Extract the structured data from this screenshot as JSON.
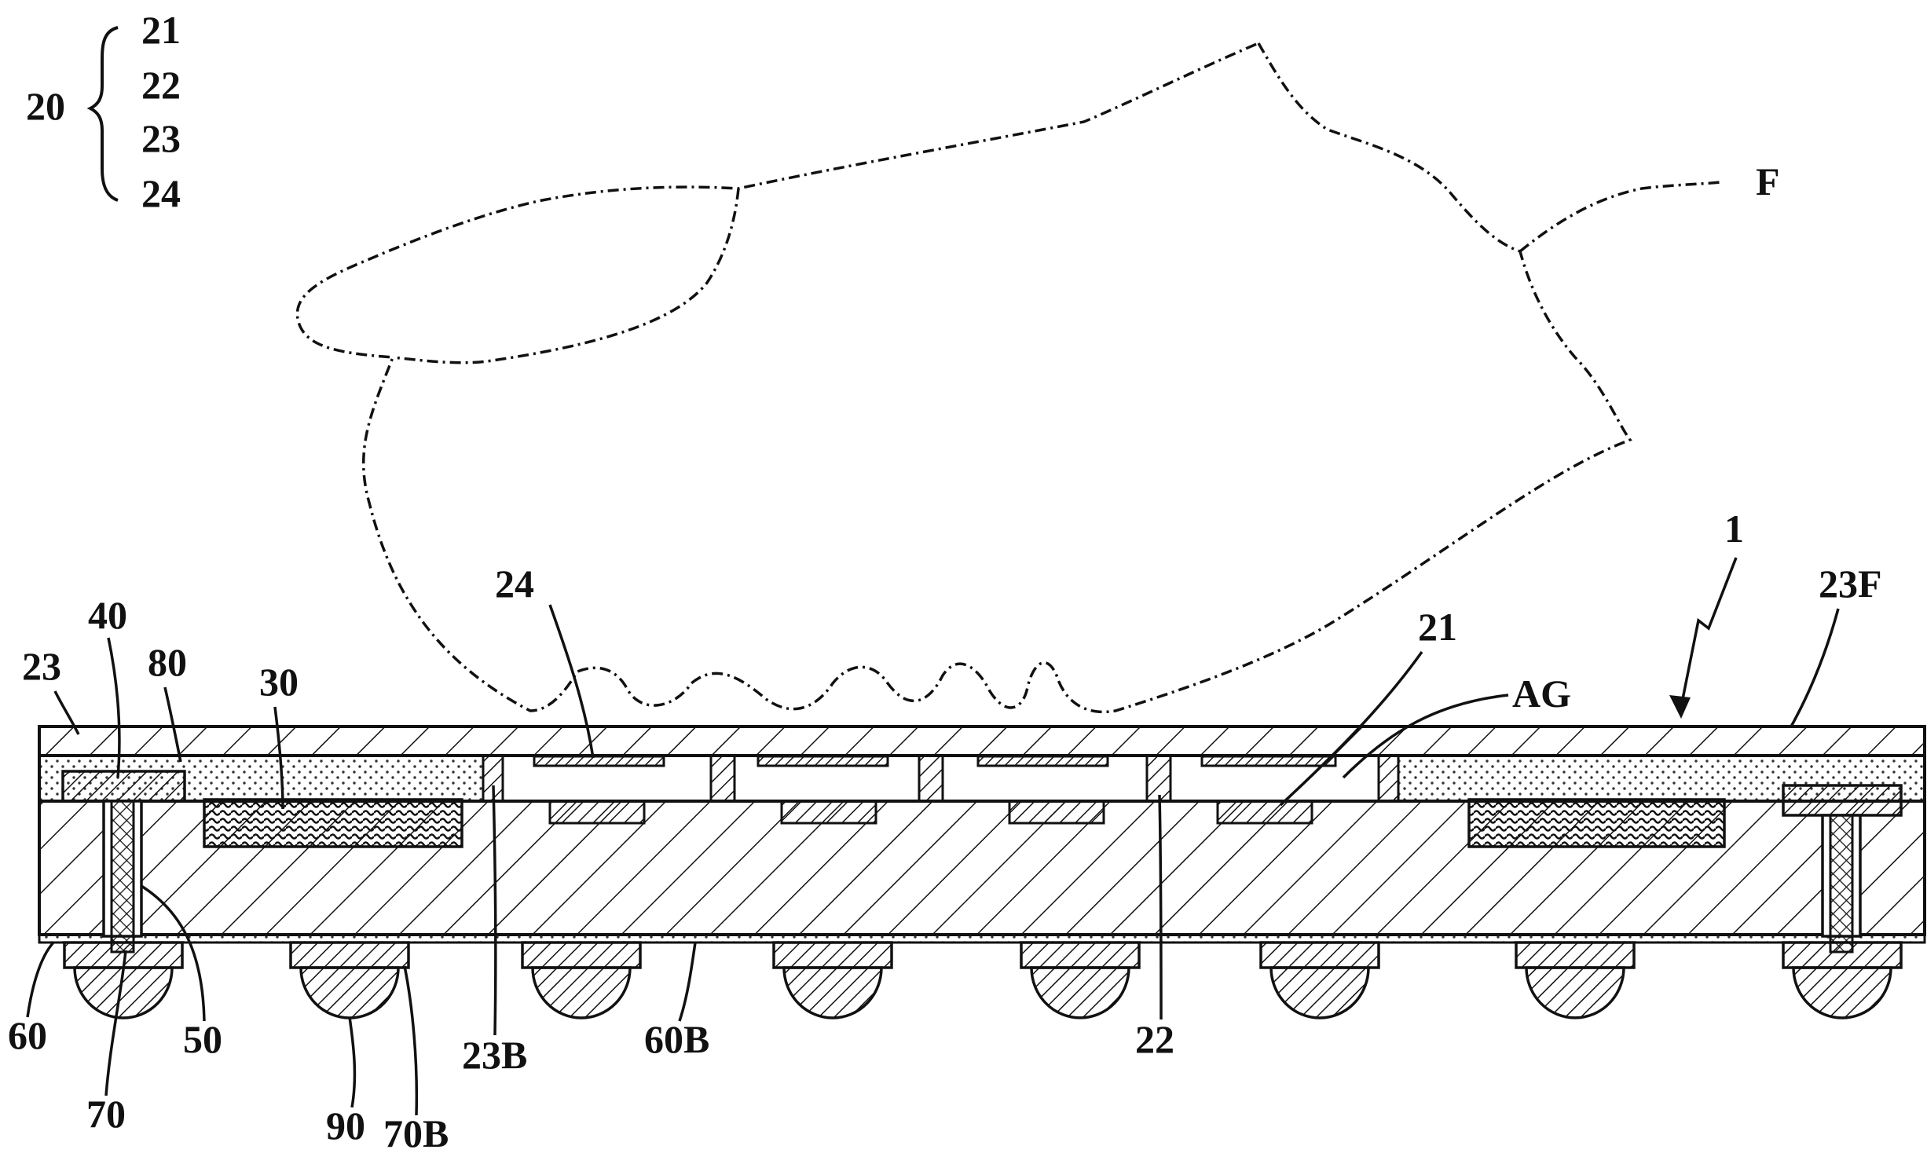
{
  "figure": {
    "legend_group": "20",
    "legend_members": [
      "21",
      "22",
      "23",
      "24"
    ],
    "labels": {
      "F": "F",
      "one": "1",
      "l23F": "23F",
      "l24": "24",
      "l21": "21",
      "AG": "AG",
      "l40": "40",
      "l80": "80",
      "l23": "23",
      "l30": "30",
      "l60": "60",
      "l50": "50",
      "l70": "70",
      "l90": "90",
      "l70B": "70B",
      "l23B": "23B",
      "l60B": "60B",
      "l22": "22"
    }
  },
  "colors": {
    "ink": "#111111",
    "paper": "#ffffff",
    "dots": "#333333"
  }
}
